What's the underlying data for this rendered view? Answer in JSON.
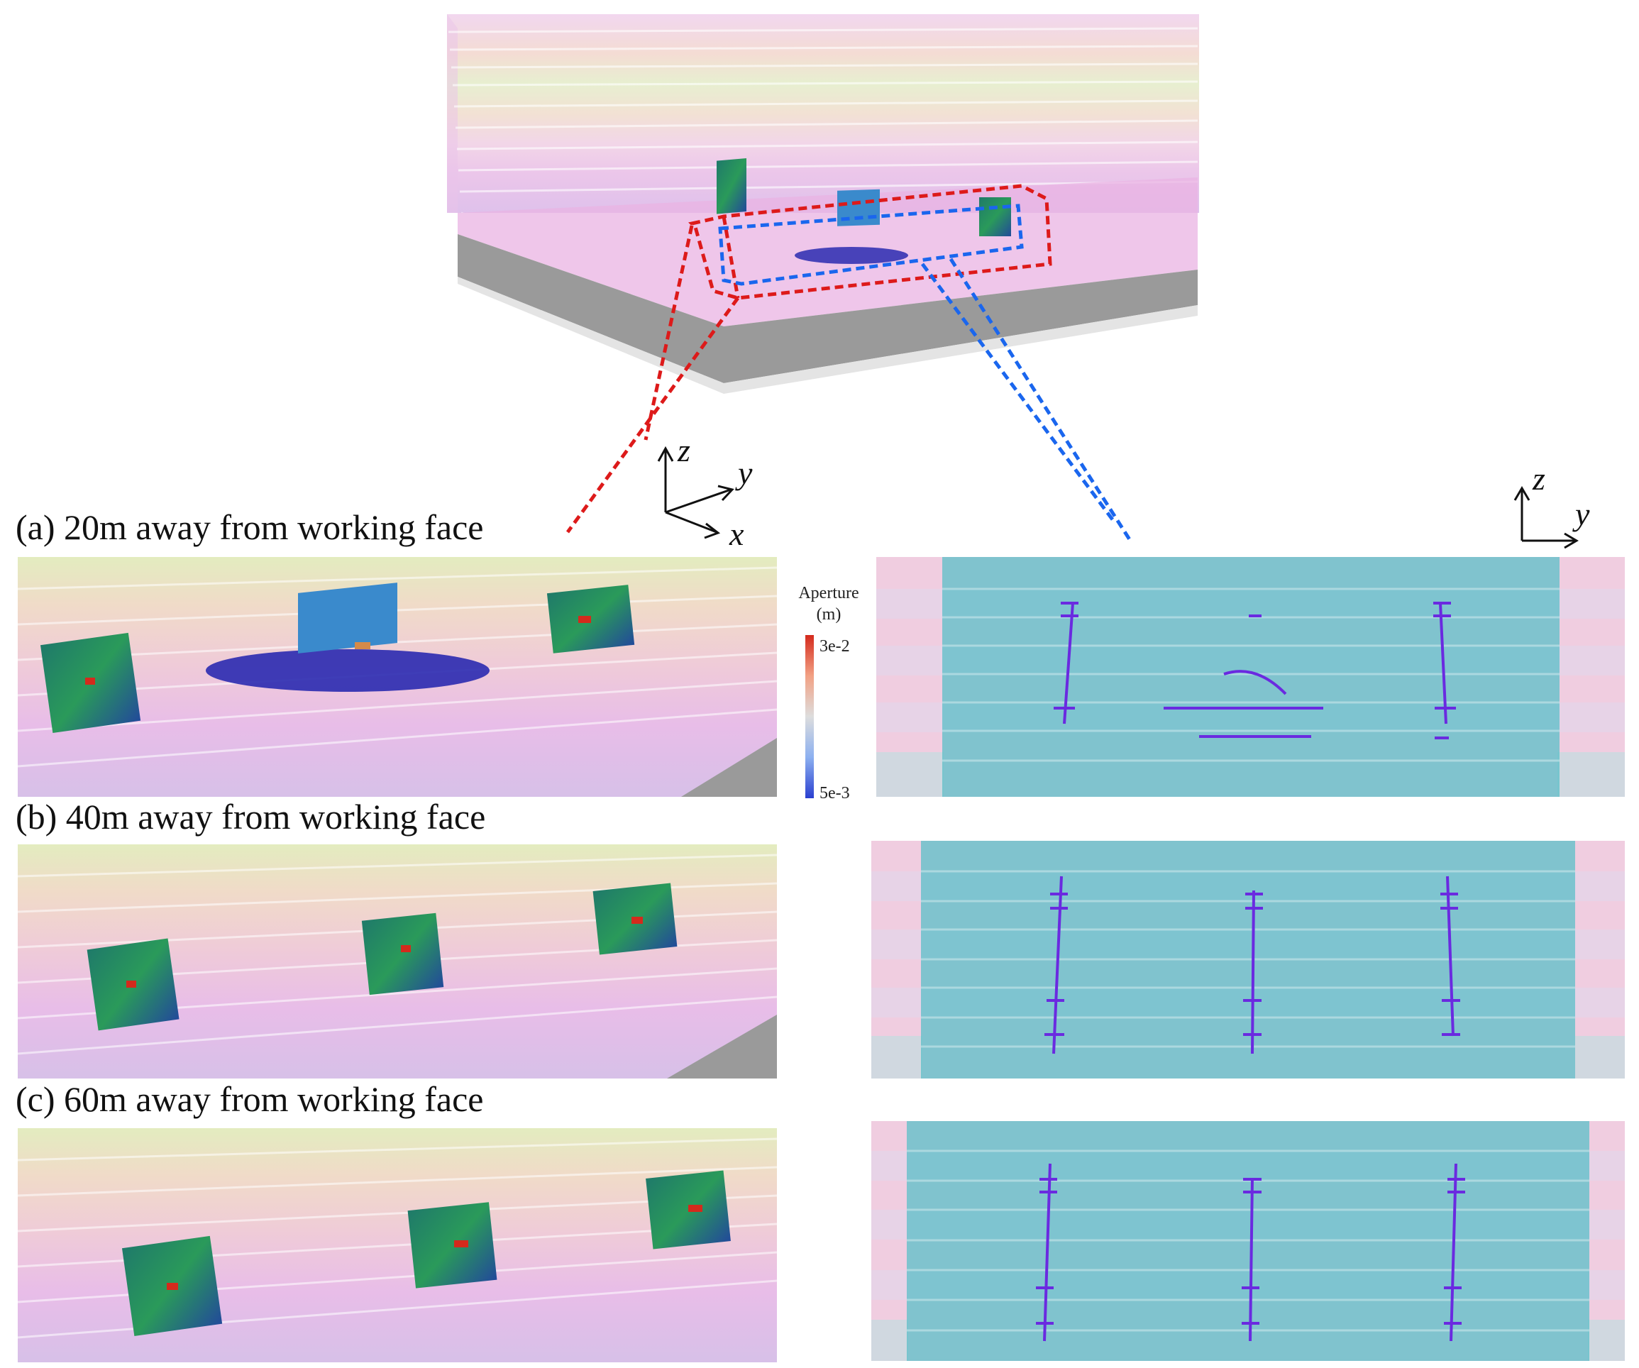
{
  "panels": [
    {
      "id": "a",
      "label": "(a) 20m away from working face"
    },
    {
      "id": "b",
      "label": "(b) 40m away from working face"
    },
    {
      "id": "c",
      "label": "(c) 60m away from working face"
    }
  ],
  "colorbar": {
    "title_line1": "Aperture",
    "title_line2": "(m)",
    "max_label": "3e-2",
    "min_label": "5e-3",
    "colors": [
      "#d42a1c",
      "#f2a184",
      "#dddddd",
      "#8cb0f0",
      "#2a3fd0"
    ]
  },
  "axes_left": {
    "z": "z",
    "y": "y",
    "x": "x"
  },
  "axes_right": {
    "z": "z",
    "y": "y"
  },
  "colors": {
    "callout_red": "#dd1a1a",
    "callout_blue": "#1a66ee",
    "fracture_line": "#6a2ae0",
    "section_fill": "#5bbfc8",
    "floor_gray": "#999999"
  }
}
